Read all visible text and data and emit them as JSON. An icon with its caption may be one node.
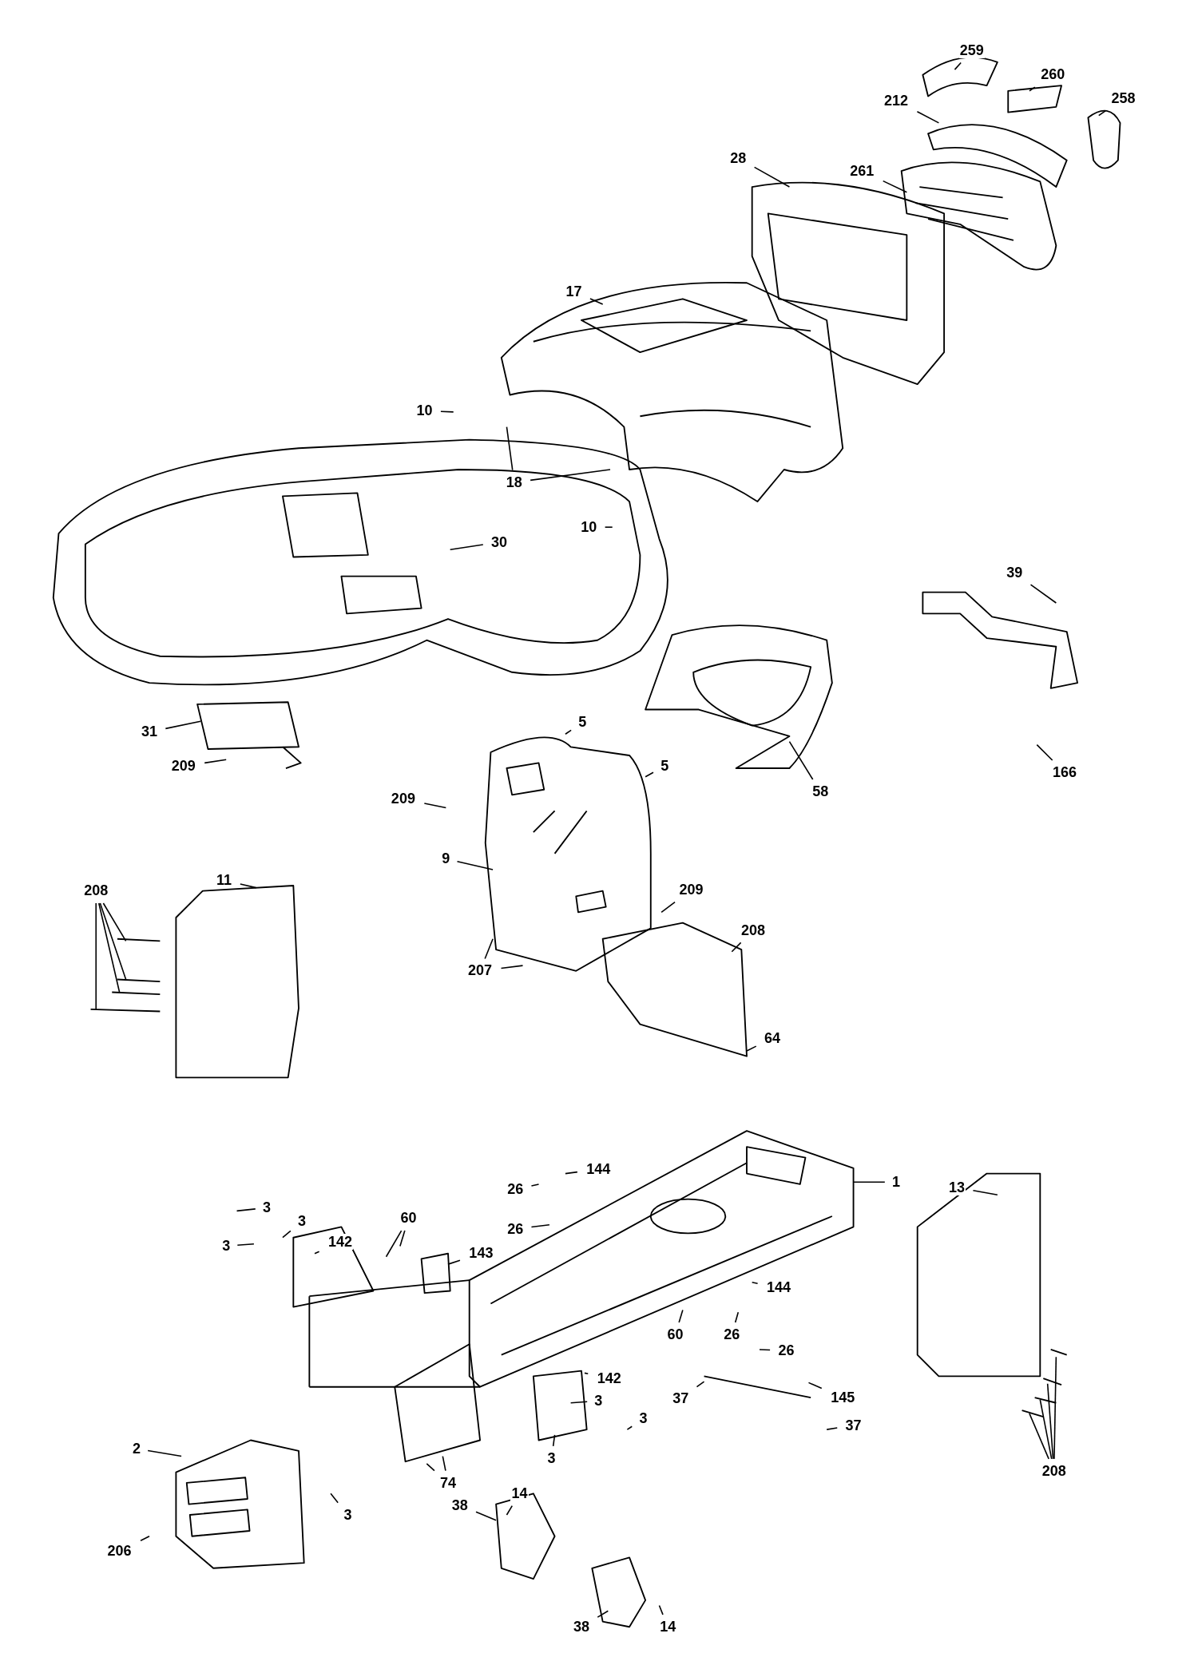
{
  "diagram": {
    "nodes": [
      {
        "text": [
          "259"
        ]
      },
      {
        "text": [
          "260"
        ]
      },
      {
        "text": [
          "258"
        ]
      },
      {
        "text": [
          "212"
        ]
      },
      {
        "text": [
          "28"
        ]
      },
      {
        "text": [
          "261"
        ]
      },
      {
        "text": [
          "17"
        ]
      },
      {
        "text": [
          "10"
        ]
      },
      {
        "text": [
          "18"
        ]
      },
      {
        "text": [
          "10"
        ]
      },
      {
        "text": [
          "30"
        ]
      },
      {
        "text": [
          "39"
        ]
      },
      {
        "text": [
          "31"
        ]
      },
      {
        "text": [
          "209"
        ]
      },
      {
        "text": [
          "5"
        ]
      },
      {
        "text": [
          "5"
        ]
      },
      {
        "text": [
          "166"
        ]
      },
      {
        "text": [
          "58"
        ]
      },
      {
        "text": [
          "209"
        ]
      },
      {
        "text": [
          "9"
        ]
      },
      {
        "text": [
          "208"
        ]
      },
      {
        "text": [
          "11"
        ]
      },
      {
        "text": [
          "209"
        ]
      },
      {
        "text": [
          "208"
        ]
      },
      {
        "text": [
          "207"
        ]
      },
      {
        "text": [
          "64"
        ]
      },
      {
        "text": [
          "144"
        ]
      },
      {
        "text": [
          "26"
        ]
      },
      {
        "text": [
          "1"
        ]
      },
      {
        "text": [
          "13"
        ]
      },
      {
        "text": [
          "3"
        ]
      },
      {
        "text": [
          "3"
        ]
      },
      {
        "text": [
          "60"
        ]
      },
      {
        "text": [
          "3"
        ]
      },
      {
        "text": [
          "142"
        ]
      },
      {
        "text": [
          "26"
        ]
      },
      {
        "text": [
          "143"
        ]
      },
      {
        "text": [
          "144"
        ]
      },
      {
        "text": [
          "60"
        ]
      },
      {
        "text": [
          "26"
        ]
      },
      {
        "text": [
          "26"
        ]
      },
      {
        "text": [
          "142"
        ]
      },
      {
        "text": [
          "37"
        ]
      },
      {
        "text": [
          "145"
        ]
      },
      {
        "text": [
          "3"
        ]
      },
      {
        "text": [
          "3"
        ]
      },
      {
        "text": [
          "37"
        ]
      },
      {
        "text": [
          "2"
        ]
      },
      {
        "text": [
          "3"
        ]
      },
      {
        "text": [
          "74"
        ]
      },
      {
        "text": [
          "208"
        ]
      },
      {
        "text": [
          "3"
        ]
      },
      {
        "text": [
          "206"
        ]
      },
      {
        "text": [
          "14"
        ]
      },
      {
        "text": [
          "38"
        ]
      },
      {
        "text": [
          "38"
        ]
      },
      {
        "text": [
          "14"
        ]
      }
    ],
    "edges": [
      {
        "from": 0,
        "to": null,
        "arrow": "none"
      },
      {
        "from": 1,
        "to": null,
        "arrow": "none"
      },
      {
        "from": 2,
        "to": null,
        "arrow": "none"
      },
      {
        "from": 3,
        "to": null,
        "arrow": "none"
      },
      {
        "from": 4,
        "to": null,
        "arrow": "none"
      },
      {
        "from": 5,
        "to": null,
        "arrow": "none"
      },
      {
        "from": 6,
        "to": null,
        "arrow": "none"
      },
      {
        "from": 7,
        "to": null,
        "arrow": "none"
      },
      {
        "from": 8,
        "to": null,
        "arrow": "none"
      },
      {
        "from": 8,
        "to": null,
        "arrow": "none"
      },
      {
        "from": 9,
        "to": null,
        "arrow": "none"
      },
      {
        "from": 10,
        "to": null,
        "arrow": "none"
      },
      {
        "from": 11,
        "to": null,
        "arrow": "none"
      },
      {
        "from": 12,
        "to": null,
        "arrow": "none"
      },
      {
        "from": 13,
        "to": null,
        "arrow": "none"
      },
      {
        "from": 14,
        "to": null,
        "arrow": "none"
      },
      {
        "from": 15,
        "to": null,
        "arrow": "none"
      },
      {
        "from": 16,
        "to": null,
        "arrow": "none"
      },
      {
        "from": 17,
        "to": null,
        "arrow": "none"
      },
      {
        "from": 18,
        "to": null,
        "arrow": "none"
      },
      {
        "from": 19,
        "to": null,
        "arrow": "none"
      },
      {
        "from": 20,
        "to": null,
        "arrow": "none"
      },
      {
        "from": 20,
        "to": null,
        "arrow": "none"
      },
      {
        "from": 20,
        "to": null,
        "arrow": "none"
      },
      {
        "from": 20,
        "to": null,
        "arrow": "none"
      },
      {
        "from": 21,
        "to": null,
        "arrow": "none"
      },
      {
        "from": 22,
        "to": null,
        "arrow": "none"
      },
      {
        "from": 23,
        "to": null,
        "arrow": "none"
      },
      {
        "from": 24,
        "to": null,
        "arrow": "none"
      },
      {
        "from": 24,
        "to": null,
        "arrow": "none"
      },
      {
        "from": 25,
        "to": null,
        "arrow": "none"
      },
      {
        "from": 26,
        "to": null,
        "arrow": "none"
      },
      {
        "from": 27,
        "to": null,
        "arrow": "none"
      },
      {
        "from": 28,
        "to": null,
        "arrow": "none"
      },
      {
        "from": 29,
        "to": null,
        "arrow": "none"
      },
      {
        "from": 30,
        "to": null,
        "arrow": "none"
      },
      {
        "from": 31,
        "to": null,
        "arrow": "none"
      },
      {
        "from": 32,
        "to": null,
        "arrow": "none"
      },
      {
        "from": 32,
        "to": null,
        "arrow": "none"
      },
      {
        "from": 33,
        "to": null,
        "arrow": "none"
      },
      {
        "from": 34,
        "to": null,
        "arrow": "none"
      },
      {
        "from": 35,
        "to": null,
        "arrow": "none"
      },
      {
        "from": 36,
        "to": null,
        "arrow": "none"
      },
      {
        "from": 37,
        "to": null,
        "arrow": "none"
      },
      {
        "from": 38,
        "to": null,
        "arrow": "none"
      },
      {
        "from": 39,
        "to": null,
        "arrow": "none"
      },
      {
        "from": 40,
        "to": null,
        "arrow": "none"
      },
      {
        "from": 41,
        "to": null,
        "arrow": "none"
      },
      {
        "from": 42,
        "to": null,
        "arrow": "none"
      },
      {
        "from": 43,
        "to": null,
        "arrow": "none"
      },
      {
        "from": 44,
        "to": null,
        "arrow": "none"
      },
      {
        "from": 45,
        "to": null,
        "arrow": "none"
      },
      {
        "from": 46,
        "to": null,
        "arrow": "none"
      },
      {
        "from": 47,
        "to": null,
        "arrow": "none"
      },
      {
        "from": 48,
        "to": null,
        "arrow": "none"
      },
      {
        "from": 49,
        "to": null,
        "arrow": "none"
      },
      {
        "from": 49,
        "to": null,
        "arrow": "none"
      },
      {
        "from": 50,
        "to": null,
        "arrow": "none"
      },
      {
        "from": 50,
        "to": null,
        "arrow": "none"
      },
      {
        "from": 50,
        "to": null,
        "arrow": "none"
      },
      {
        "from": 50,
        "to": null,
        "arrow": "none"
      },
      {
        "from": 51,
        "to": null,
        "arrow": "none"
      },
      {
        "from": 52,
        "to": null,
        "arrow": "none"
      },
      {
        "from": 53,
        "to": null,
        "arrow": "none"
      },
      {
        "from": 54,
        "to": null,
        "arrow": "none"
      },
      {
        "from": 55,
        "to": null,
        "arrow": "none"
      },
      {
        "from": 56,
        "to": null,
        "arrow": "none"
      }
    ]
  }
}
